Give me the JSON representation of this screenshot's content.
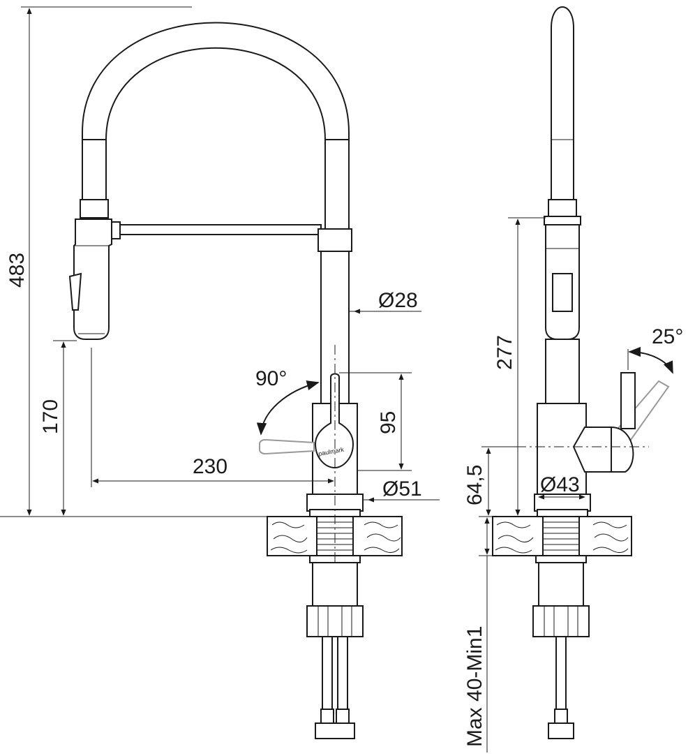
{
  "brand": "paulmark",
  "dimensions": {
    "total_height": "483",
    "spout_height": "170",
    "spout_reach": "230",
    "body_diameter": "Ø28",
    "base_diameter": "Ø51",
    "lever_height": "95",
    "lever_rotation": "90°",
    "side_height": "277",
    "lever_tilt": "25°",
    "lever_axis_height": "64,5",
    "side_base_diameter": "Ø43",
    "countertop": "Max 40-Min1"
  }
}
